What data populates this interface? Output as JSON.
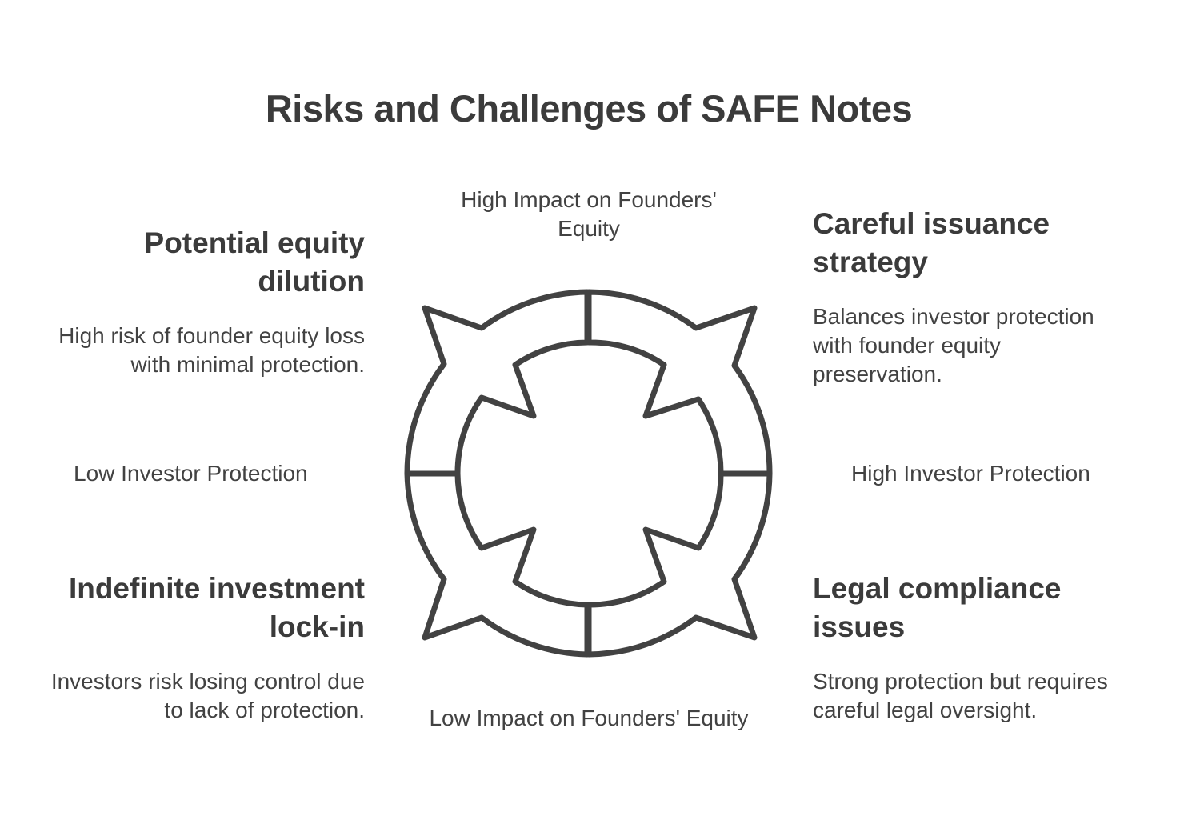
{
  "title": "Risks and Challenges of SAFE Notes",
  "axes": {
    "top": "High Impact on Founders' Equity",
    "bottom": "Low Impact on Founders' Equity",
    "left": "Low Investor Protection",
    "right": "High Investor Protection"
  },
  "quadrants": {
    "top_left": {
      "heading": "Potential equity dilution",
      "description": "High risk of founder equity loss with minimal protection."
    },
    "top_right": {
      "heading": "Careful issuance strategy",
      "description": "Balances investor protection with founder equity preservation."
    },
    "bottom_left": {
      "heading": "Indefinite investment lock-in",
      "description": "Investors risk losing control due to lack of protection."
    },
    "bottom_right": {
      "heading": "Legal compliance issues",
      "description": "Strong protection but requires careful legal oversight."
    }
  },
  "colors": {
    "stroke": "#424242",
    "text": "#3d3d3d",
    "background": "#ffffff"
  }
}
